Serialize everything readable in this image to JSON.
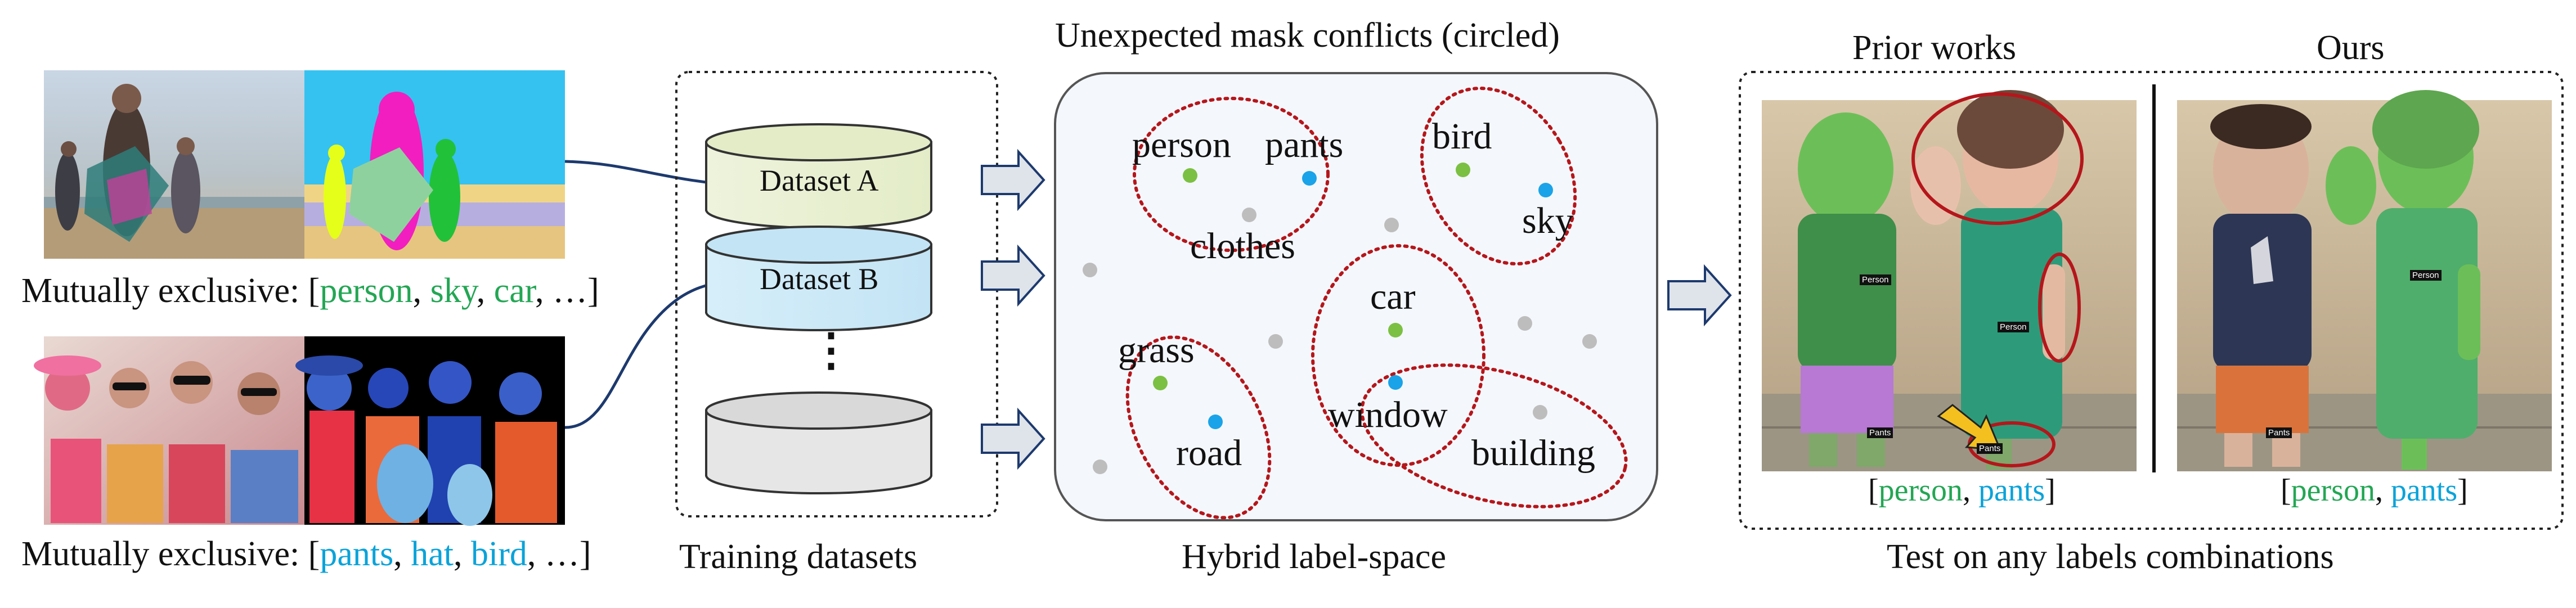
{
  "left_panel": {
    "top_example": {
      "prefix": "Mutually exclusive: [",
      "labels": [
        {
          "text": "person",
          "color": "#23a654"
        },
        {
          "text": "sky",
          "color": "#23a654"
        },
        {
          "text": "car",
          "color": "#23a654"
        }
      ],
      "suffix": ", …]"
    },
    "bottom_example": {
      "prefix": "Mutually exclusive: [",
      "labels": [
        {
          "text": "pants",
          "color": "#0aa3d9"
        },
        {
          "text": "hat",
          "color": "#0aa3d9"
        },
        {
          "text": "bird",
          "color": "#0aa3d9"
        }
      ],
      "suffix": ", …]"
    }
  },
  "training": {
    "dataset_a": "Dataset A",
    "dataset_b": "Dataset B",
    "ellipsis": "⋮",
    "caption": "Training datasets"
  },
  "label_space": {
    "title": "Unexpected mask conflicts (circled)",
    "caption": "Hybrid label-space",
    "words": {
      "person": "person",
      "pants": "pants",
      "clothes": "clothes",
      "bird": "bird",
      "sky": "sky",
      "car": "car",
      "grass": "grass",
      "road": "road",
      "window": "window",
      "building": "building"
    }
  },
  "test": {
    "prior_title": "Prior works",
    "ours_title": "Ours",
    "prior_caption": {
      "open": "[",
      "a": "person",
      "sep": ", ",
      "b": "pants",
      "close": "]"
    },
    "ours_caption": {
      "open": "[",
      "a": "person",
      "sep": ", ",
      "b": "pants",
      "close": "]"
    },
    "tag_person": "Person",
    "tag_pants": "Pants",
    "caption": "Test on any labels combinations"
  },
  "colors": {
    "green_label": "#23a654",
    "blue_label": "#0aa3d9",
    "dataset_a_fill": "#eef3dc",
    "dataset_b_fill": "#d6eef9",
    "dot_green": "#7bc043",
    "dot_blue": "#1aa3e8",
    "dot_gray": "#bdbdbd",
    "circle": "#b5161b"
  }
}
